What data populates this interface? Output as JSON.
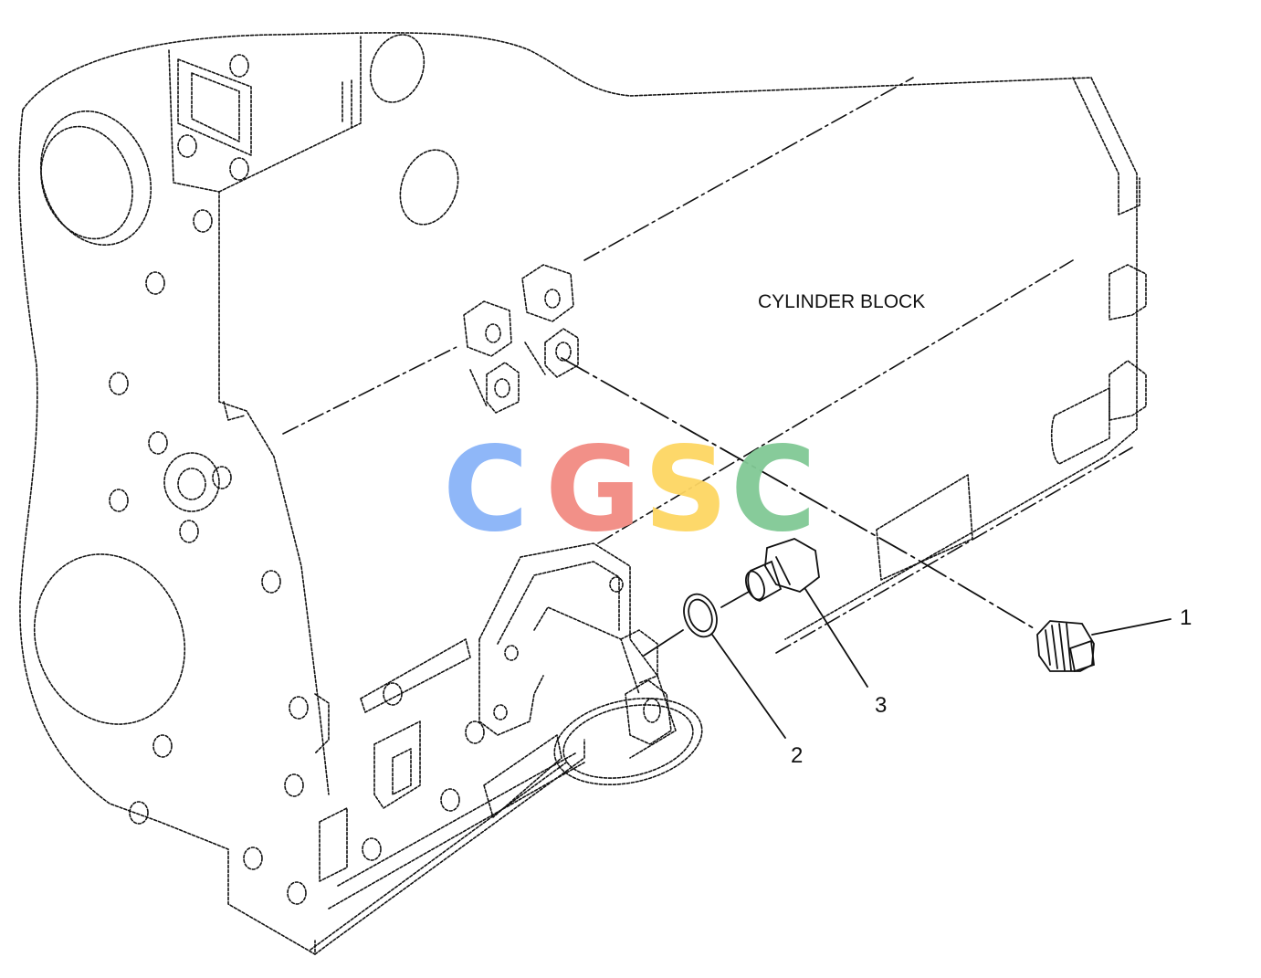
{
  "labels": {
    "cylinder_block": "CYLINDER BLOCK"
  },
  "callouts": [
    {
      "number": "1"
    },
    {
      "number": "2"
    },
    {
      "number": "3"
    }
  ],
  "watermark": {
    "letters": [
      "C",
      "G",
      "S",
      "C"
    ],
    "colors": [
      "#8ab4f8",
      "#f28b82",
      "#fdd663",
      "#81c995"
    ]
  }
}
